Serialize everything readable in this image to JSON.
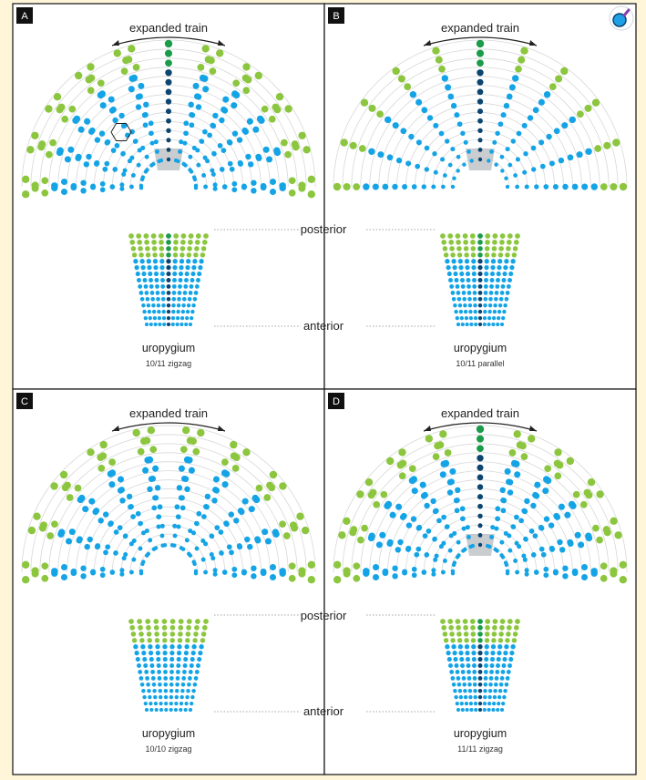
{
  "colors": {
    "background": "#fff6d9",
    "panel_bg": "#ffffff",
    "border": "#222222",
    "green_light": "#8cc63f",
    "green_dark": "#1a9c4a",
    "blue_light": "#14a4e6",
    "blue_dark": "#0b4570",
    "blue_mid": "#1d6fa3",
    "gray_patch": "#b8bcc0",
    "ring": "#d8d8d8"
  },
  "labels": {
    "expanded_train": "expanded train",
    "posterior": "posterior",
    "anterior": "anterior",
    "uropygium": "uropygium"
  },
  "panels": [
    {
      "letter": "A",
      "subtitle": "10/11 zigzag",
      "rays": 11,
      "zigzag": true,
      "green_rays": 10,
      "center_green": true,
      "patch": true,
      "hexagon": true,
      "blue_tail": 11
    },
    {
      "letter": "B",
      "subtitle": "10/11 parallel",
      "rays": 11,
      "zigzag": false,
      "green_rays": 10,
      "center_green": true,
      "patch": true,
      "hexagon": false,
      "blue_tail": 11
    },
    {
      "letter": "C",
      "subtitle": "10/10 zigzag",
      "rays": 10,
      "zigzag": true,
      "green_rays": 10,
      "center_green": false,
      "patch": false,
      "hexagon": false,
      "blue_tail": 10
    },
    {
      "letter": "D",
      "subtitle": "11/11 zigzag",
      "rays": 11,
      "zigzag": true,
      "green_rays": 10,
      "center_green": true,
      "patch": true,
      "hexagon": false,
      "blue_tail": 11
    }
  ],
  "logo": {
    "name": "magnifier-logo-icon"
  }
}
